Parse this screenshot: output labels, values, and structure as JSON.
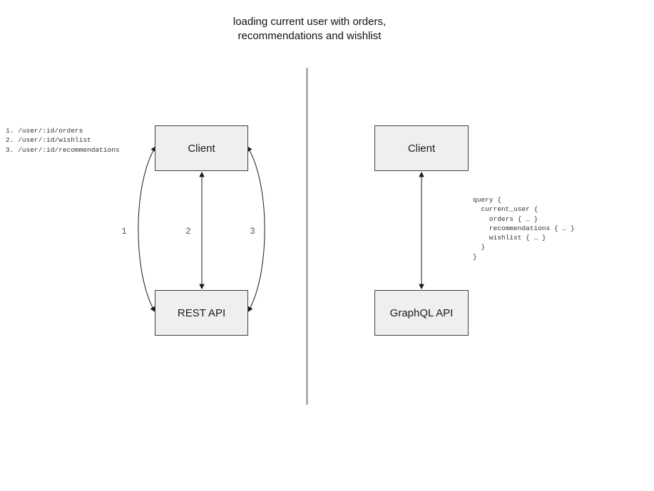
{
  "title": "loading current user with orders,\nrecommendations and wishlist",
  "rest_diagram": {
    "client_label": "Client",
    "api_label": "REST API",
    "endpoints": "1. /user/:id/orders\n2. /user/:id/wishlist\n3. /user/:id/recommendations",
    "arrow_labels": [
      "1",
      "2",
      "3"
    ]
  },
  "graphql_diagram": {
    "client_label": "Client",
    "api_label": "GraphQL API",
    "query": "query {\n  current_user {\n    orders { … }\n    recommendations { … }\n    wishlist { … }\n  }\n}"
  },
  "colors": {
    "box_fill": "#efefef",
    "box_border": "#404040",
    "arrow": "#1a1a1a",
    "label": "#5a5a5a",
    "code": "#333333",
    "divider": "#6b6b6b",
    "title": "#111111",
    "bg": "#ffffff"
  }
}
